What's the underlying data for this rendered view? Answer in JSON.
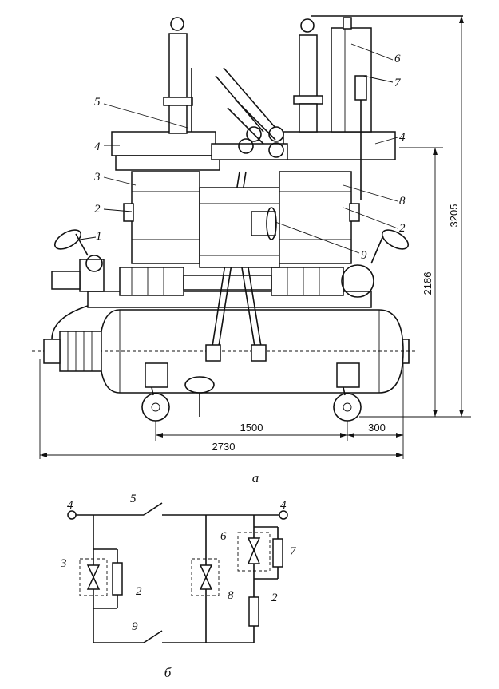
{
  "figure_a": {
    "caption": "a",
    "part_labels": [
      "1",
      "2",
      "2",
      "3",
      "4",
      "4",
      "5",
      "6",
      "7",
      "8",
      "9"
    ],
    "dimensions": {
      "total_height": "3205",
      "axis_height": "2186",
      "wheel_base": "1500",
      "overhang": "300",
      "total_length": "2730"
    }
  },
  "figure_b": {
    "caption": "б",
    "labels": {
      "terminal_left": "4",
      "terminal_right": "4",
      "switch_main": "5",
      "switch_bottom": "9",
      "cap_left": "3",
      "res_left": "2",
      "cap_mid": "8",
      "cap_right": "6",
      "res_right_top": "7",
      "res_right_bottom": "2"
    }
  }
}
